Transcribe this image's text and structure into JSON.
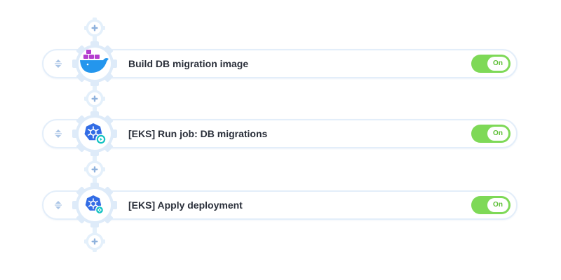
{
  "pipeline": {
    "steps": [
      {
        "label": "Build DB migration image",
        "icon": "docker-icon",
        "toggle": "On",
        "enabled": true
      },
      {
        "label": "[EKS] Run job: DB migrations",
        "icon": "eks-run-job-icon",
        "toggle": "On",
        "enabled": true
      },
      {
        "label": "[EKS] Apply deployment",
        "icon": "eks-apply-deployment-icon",
        "toggle": "On",
        "enabled": true
      }
    ]
  },
  "colors": {
    "toggle_on": "#7ed957",
    "connector": "#e4f0fb",
    "row_border": "#e3eefa",
    "kubernetes_blue": "#326ce5",
    "docker_blue": "#2496ed",
    "docker_crate": "#b43ecf",
    "badge_teal": "#13c2c2"
  }
}
